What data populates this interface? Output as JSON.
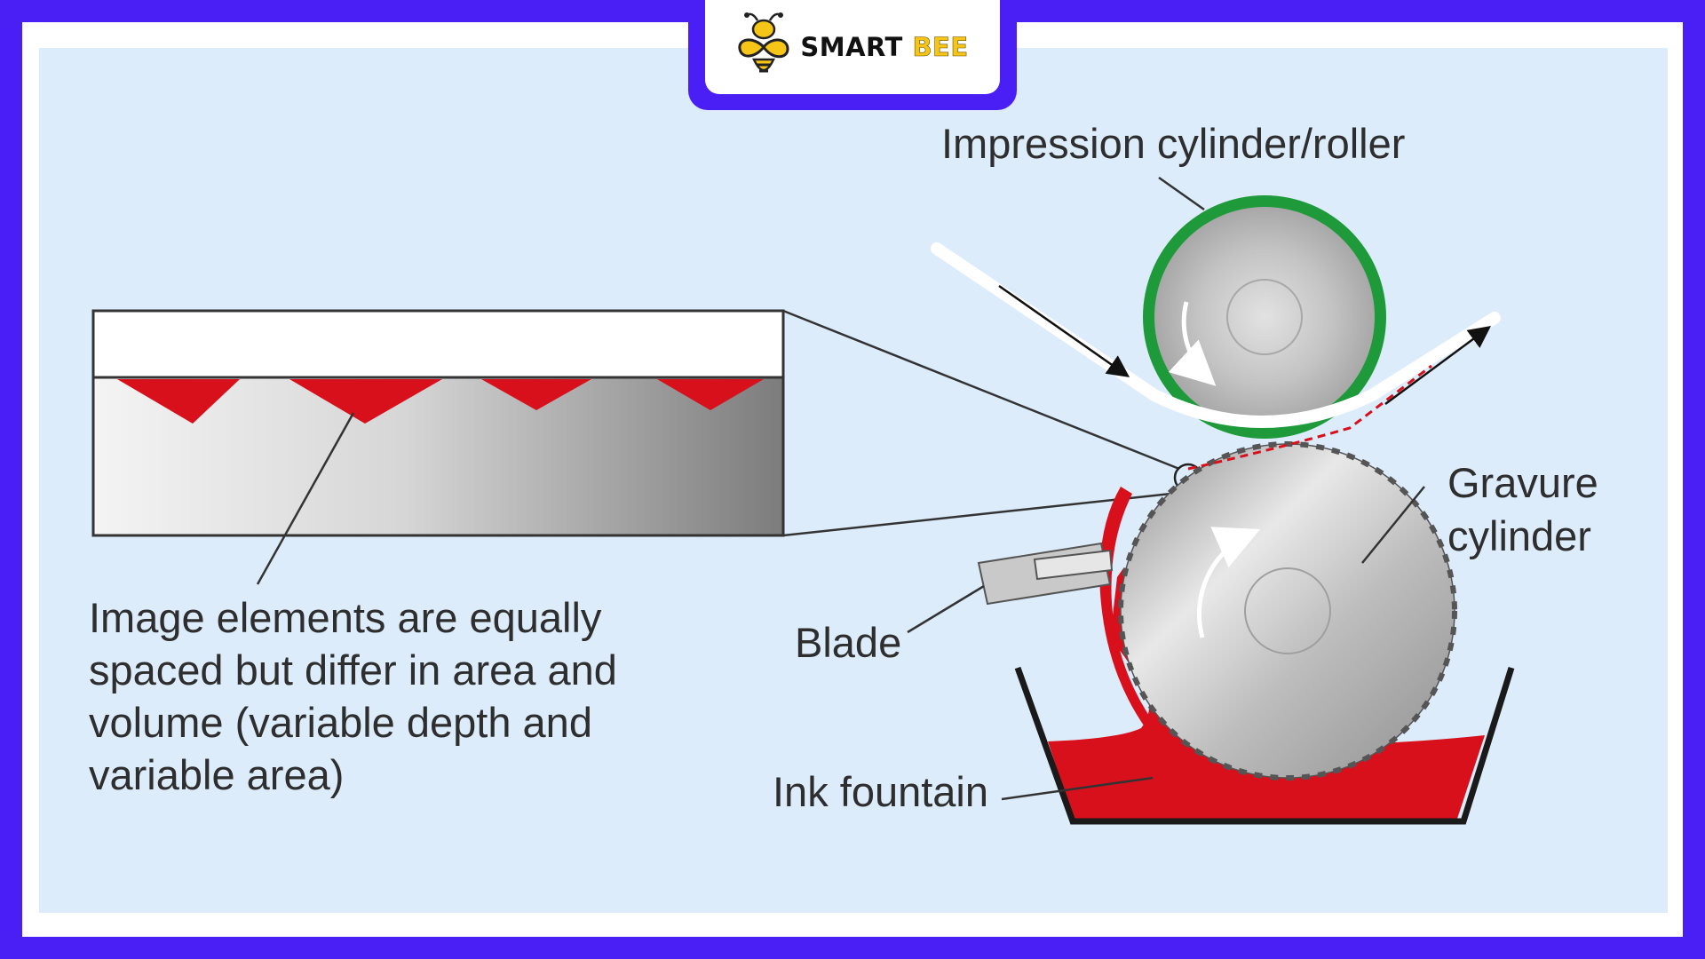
{
  "brand": {
    "name_part1": "SMART",
    "name_part2": "BEE",
    "icon": "bee-infinity-icon"
  },
  "labels": {
    "impression": "Impression cylinder/roller",
    "gravure_line1": "Gravure",
    "gravure_line2": "cylinder",
    "blade": "Blade",
    "ink_fountain": "Ink fountain",
    "note_line1": "Image elements are equally",
    "note_line2": "spaced but differ in area and",
    "note_line3": "volume (variable depth and",
    "note_line4": "variable area)"
  },
  "colors": {
    "frame": "#4a1ff5",
    "background": "#dcecfb",
    "ink": "#d8101c",
    "impression_ring": "#1f9a3a",
    "logo_yellow": "#f5c518"
  }
}
